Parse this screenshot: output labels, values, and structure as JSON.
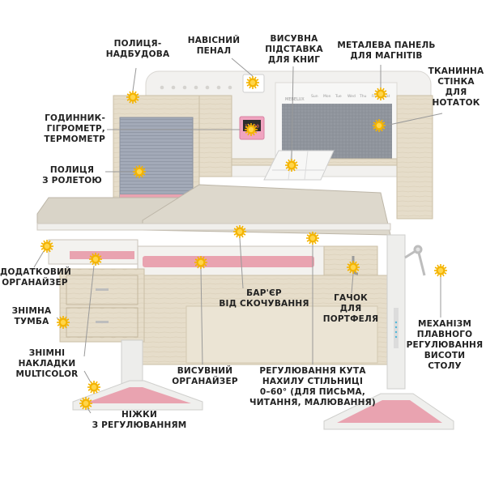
{
  "colors": {
    "frame": "#efeeec",
    "wood": "#e4dbc8",
    "wood_dark": "#cfc4ad",
    "pink": "#e9a3b0",
    "grey_panel": "#9fa6b4",
    "felt": "#8e939b",
    "desk_top": "#d9d4c8",
    "marker_outer": "#f4b400",
    "marker_inner": "#ffd54a",
    "line": "#999999"
  },
  "board_days": [
    "Sun",
    "Mon",
    "Tue",
    "Wed",
    "Thu",
    "Fri",
    "Sat"
  ],
  "board_brand": "MEBELUX",
  "clock_time": "12:00",
  "labels": {
    "shelf_top": [
      "ПОЛИЦЯ-",
      "НАДБУДОВА"
    ],
    "pencil_case": [
      "НАВІСНИЙ",
      "ПЕНАЛ"
    ],
    "book_stand": [
      "ВИСУВНА",
      "ПІДСТАВКА",
      "ДЛЯ КНИГ"
    ],
    "magnet_panel": [
      "МЕТАЛЕВА ПАНЕЛЬ",
      "ДЛЯ МАГНІТІВ"
    ],
    "fabric_wall": [
      "ТКАНИННА",
      "СТІНКА",
      "ДЛЯ",
      "НОТАТОК"
    ],
    "clock": [
      "ГОДИННИК-",
      "ГІГРОМЕТР,",
      "ТЕРМОМЕТР"
    ],
    "shutter_shelf": [
      "ПОЛИЦЯ",
      "З РОЛЕТОЮ"
    ],
    "extra_organizer": [
      "ДОДАТКОВИЙ",
      "ОРГАНАЙЗЕР"
    ],
    "pedestal": [
      "ЗНІМНА",
      "ТУМБА"
    ],
    "covers": [
      "ЗНІМНІ",
      "НАКЛАДКИ",
      "MULTICOLOR"
    ],
    "feet": [
      "НІЖКИ",
      "З РЕГУЛЮВАННЯМ"
    ],
    "pull_organizer": [
      "ВИСУВНИЙ",
      "ОРГАНАЙЗЕР"
    ],
    "barrier": [
      "БАР'ЄР",
      "ВІД СКОЧУВАННЯ"
    ],
    "tilt": [
      "РЕГУЛЮВАННЯ КУТА",
      "НАХИЛУ СТІЛЬНИЦІ",
      "0–60° (ДЛЯ ПИСЬМА,",
      "ЧИТАННЯ, МАЛЮВАННЯ)"
    ],
    "hook": [
      "ГАЧОК",
      "ДЛЯ",
      "ПОРТФЕЛЯ"
    ],
    "mechanism": [
      "МЕХАНІЗМ",
      "ПЛАВНОГО",
      "РЕГУЛЮВАННЯ",
      "ВИСОТИ",
      "СТОЛУ"
    ]
  }
}
